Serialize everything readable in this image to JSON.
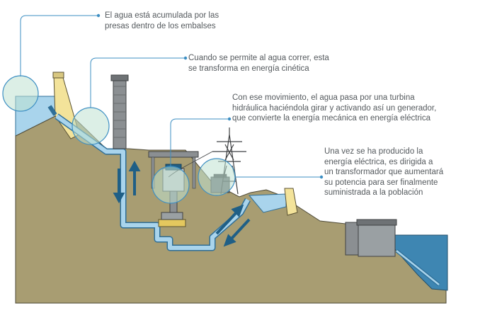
{
  "callouts": [
    {
      "id": "reservoir",
      "text": "El agua está acumulada por las\npresas dentro de los embalses"
    },
    {
      "id": "penstock",
      "text": "Cuando se permite al agua correr, esta\nse transforma en energía cinética"
    },
    {
      "id": "turbine",
      "text": "Con ese movimiento, el agua pasa por una turbina\nhidráulica haciéndola girar y activando así un generador,\nque convierte la energía mecánica en energía eléctrica"
    },
    {
      "id": "transformer",
      "text": "Una vez se ha producido la\nenergía eléctrica, es dirigida a\nun transformador que aumentará\nsu potencia para ser finalmente\nsuministrada a la población"
    }
  ],
  "colors": {
    "ground": "#a89d72",
    "ground_edge": "#4e4a38",
    "water": "#a9d4ec",
    "water_deep": "#3e86b2",
    "dam": "#f3e39a",
    "callout_line": "#3d8fc3",
    "magnifier_fill": "#bfe2d2",
    "flow_arrow": "#1f5f86",
    "machinery": "#8b8f92",
    "tower": "#3f4143"
  },
  "icons": [
    "dam-icon",
    "chimney-icon",
    "turbine-icon",
    "transmission-tower-icon",
    "transformer-icon",
    "flow-arrow-icon",
    "magnifier-icon"
  ]
}
